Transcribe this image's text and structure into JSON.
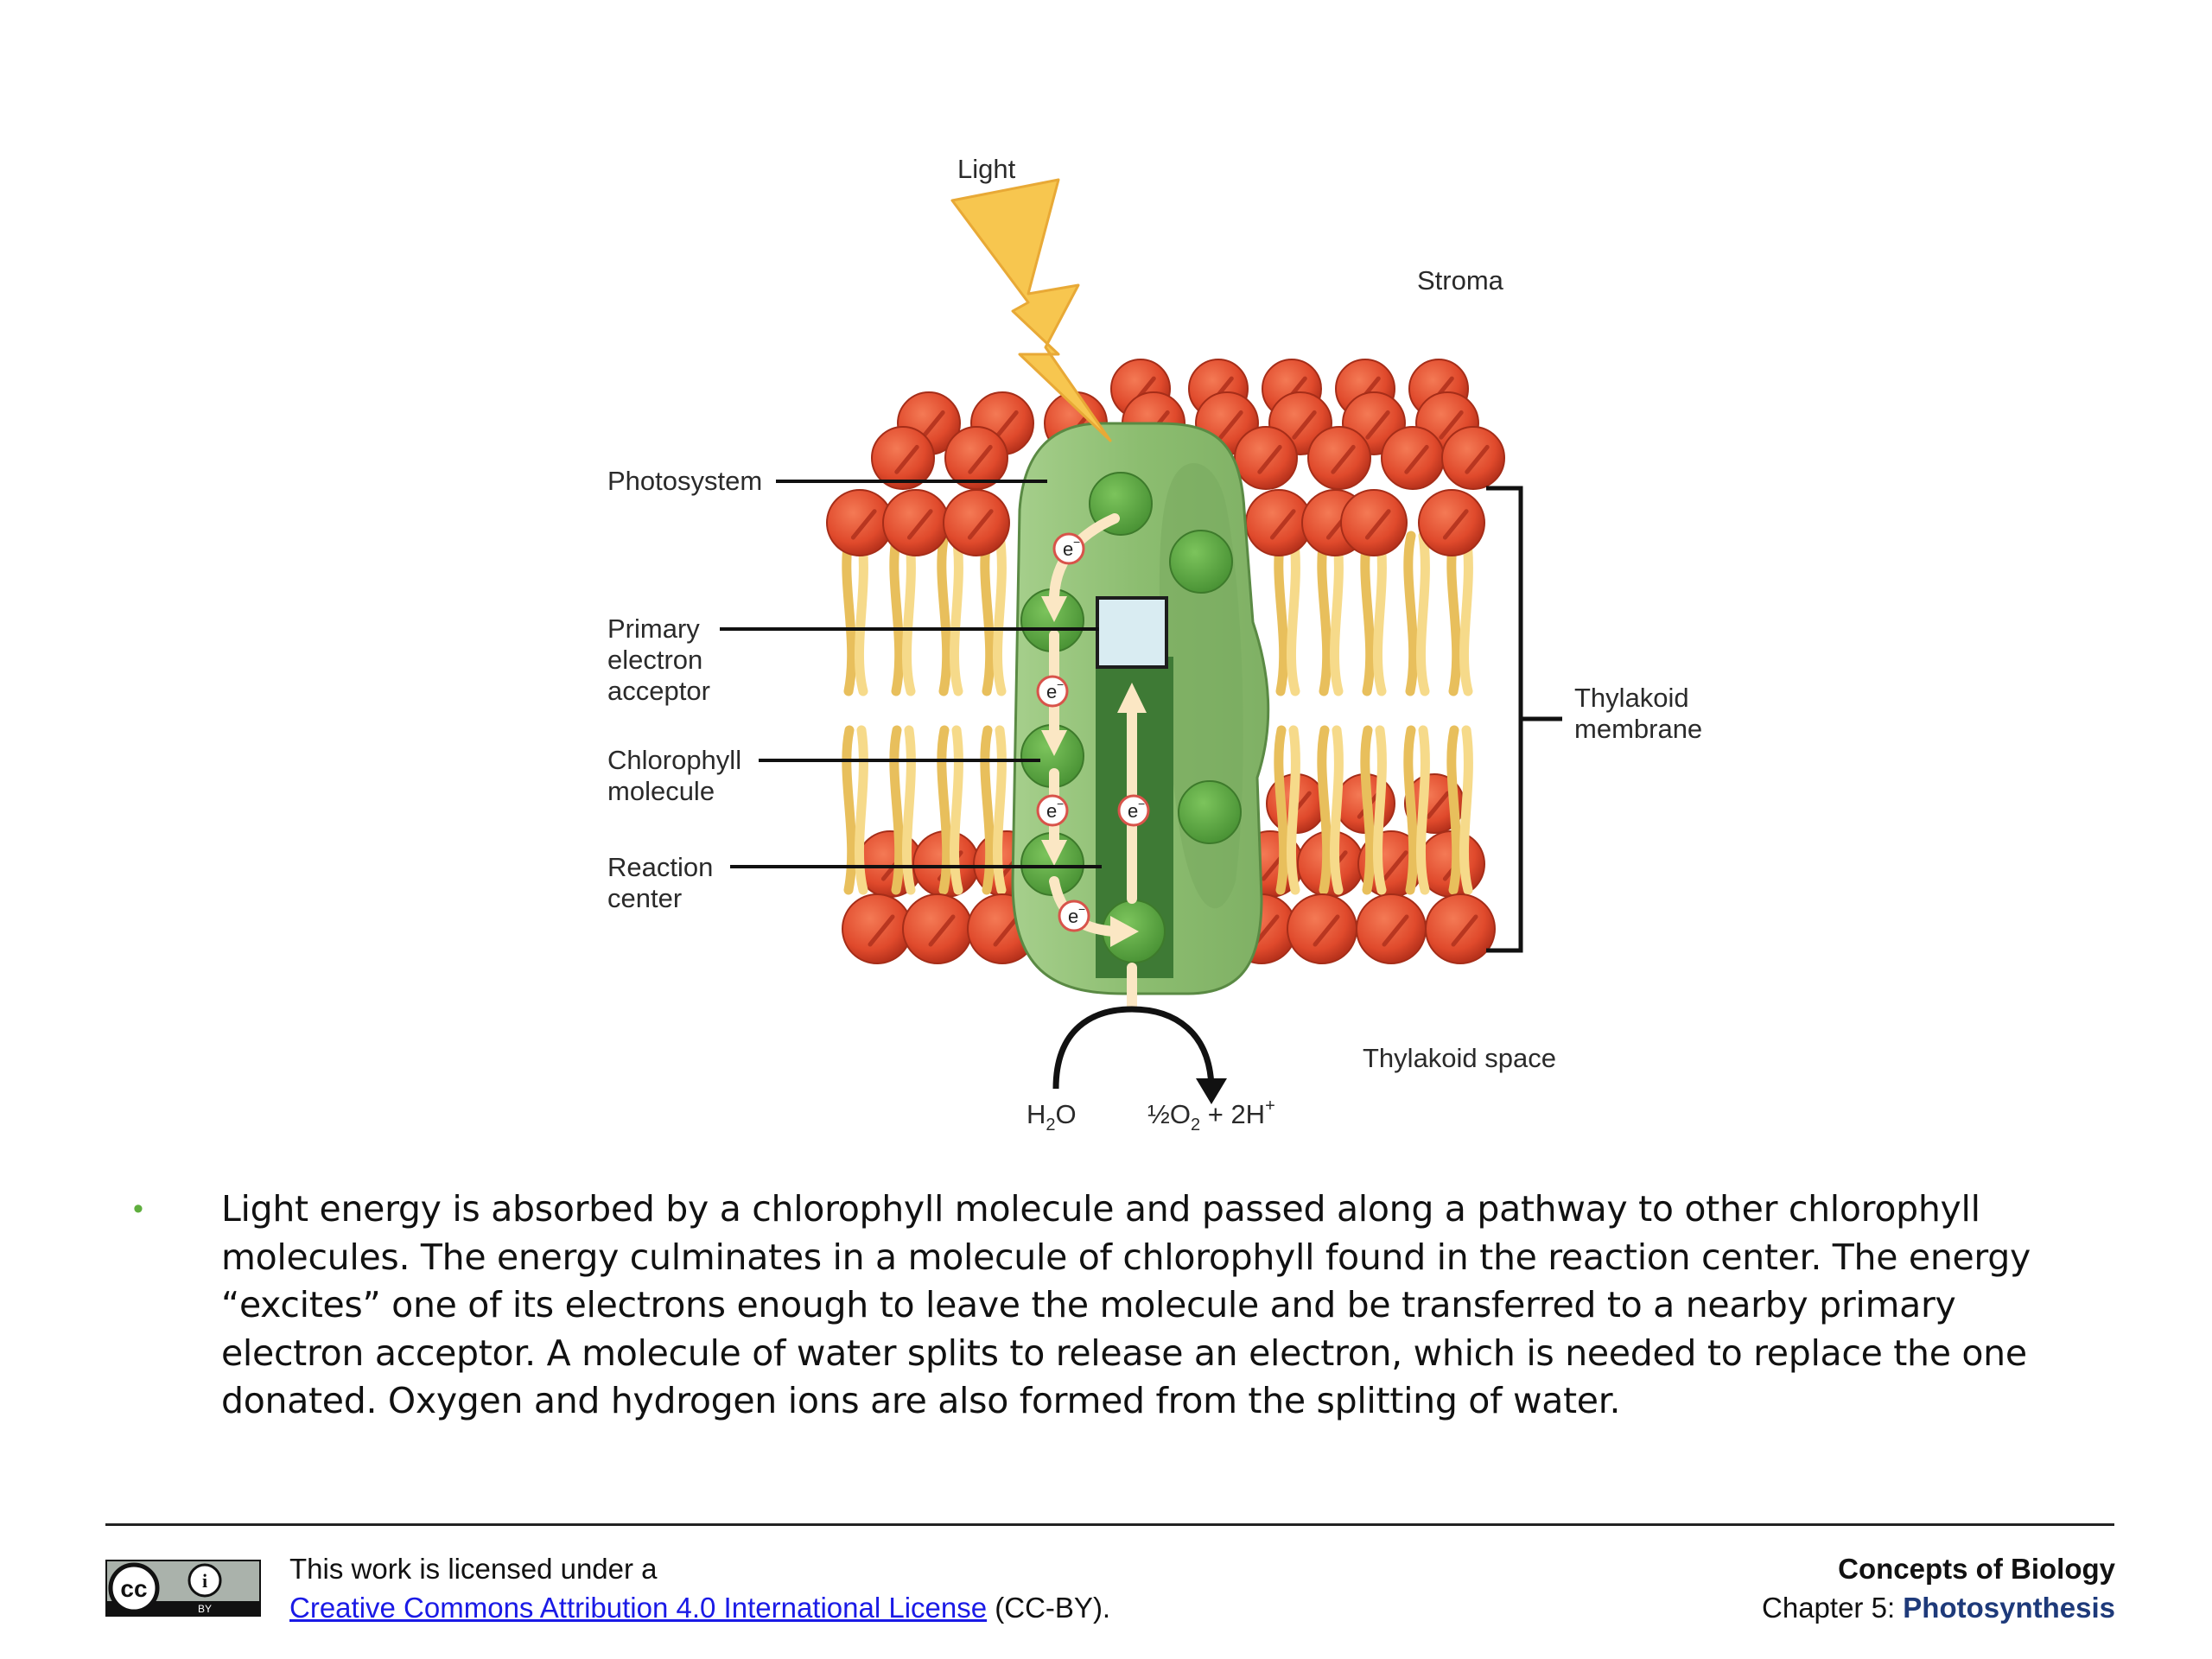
{
  "diagram": {
    "labels": {
      "light": "Light",
      "stroma": "Stroma",
      "photosystem": "Photosystem",
      "primary_1": "Primary",
      "primary_2": "electron",
      "primary_3": "acceptor",
      "chlorophyll_1": "Chlorophyll",
      "chlorophyll_2": "molecule",
      "reaction_1": "Reaction",
      "reaction_2": "center",
      "thylakoid_membrane_1": "Thylakoid",
      "thylakoid_membrane_2": "membrane",
      "thylakoid_space": "Thylakoid space",
      "electron": "e",
      "electron_sup": "−",
      "h2o_h": "H",
      "h2o_2": "2",
      "h2o_o": "O",
      "o2_frac": "½",
      "o2_o": "O",
      "o2_2": "2",
      "o2_rest": " + 2H",
      "o2_plus": "+"
    },
    "colors": {
      "lipid_head": "#e04a2c",
      "lipid_tail": "#f2d07a",
      "photosystem": "#8fbf72",
      "reaction_center": "#3e7a35",
      "chlorophyll": "#5fa844",
      "acceptor": "#d9ecf2",
      "light_bolt": "#f7c64f",
      "arrow": "#fbe7c4"
    }
  },
  "bullet": {
    "text": "Light energy is absorbed by a chlorophyll molecule and passed along a pathway to other chlorophyll molecules. The energy culminates in a molecule of chlorophyll found in the reaction center. The energy “excites” one of its electrons enough to leave the molecule and be transferred to a nearby primary electron acceptor. A molecule of water splits to release an electron, which is needed to replace the one donated. Oxygen and hydrogen ions are also formed from the splitting of water."
  },
  "footer": {
    "license_prefix": "This work is licensed under a",
    "license_link": "Creative Commons Attribution 4.0 International License",
    "license_suffix": " (CC-BY).",
    "book": "Concepts of Biology",
    "chapter_prefix": "Chapter 5: ",
    "chapter_topic": "Photosynthesis",
    "badge_cc": "cc",
    "badge_by": "BY",
    "badge_i": "i"
  }
}
